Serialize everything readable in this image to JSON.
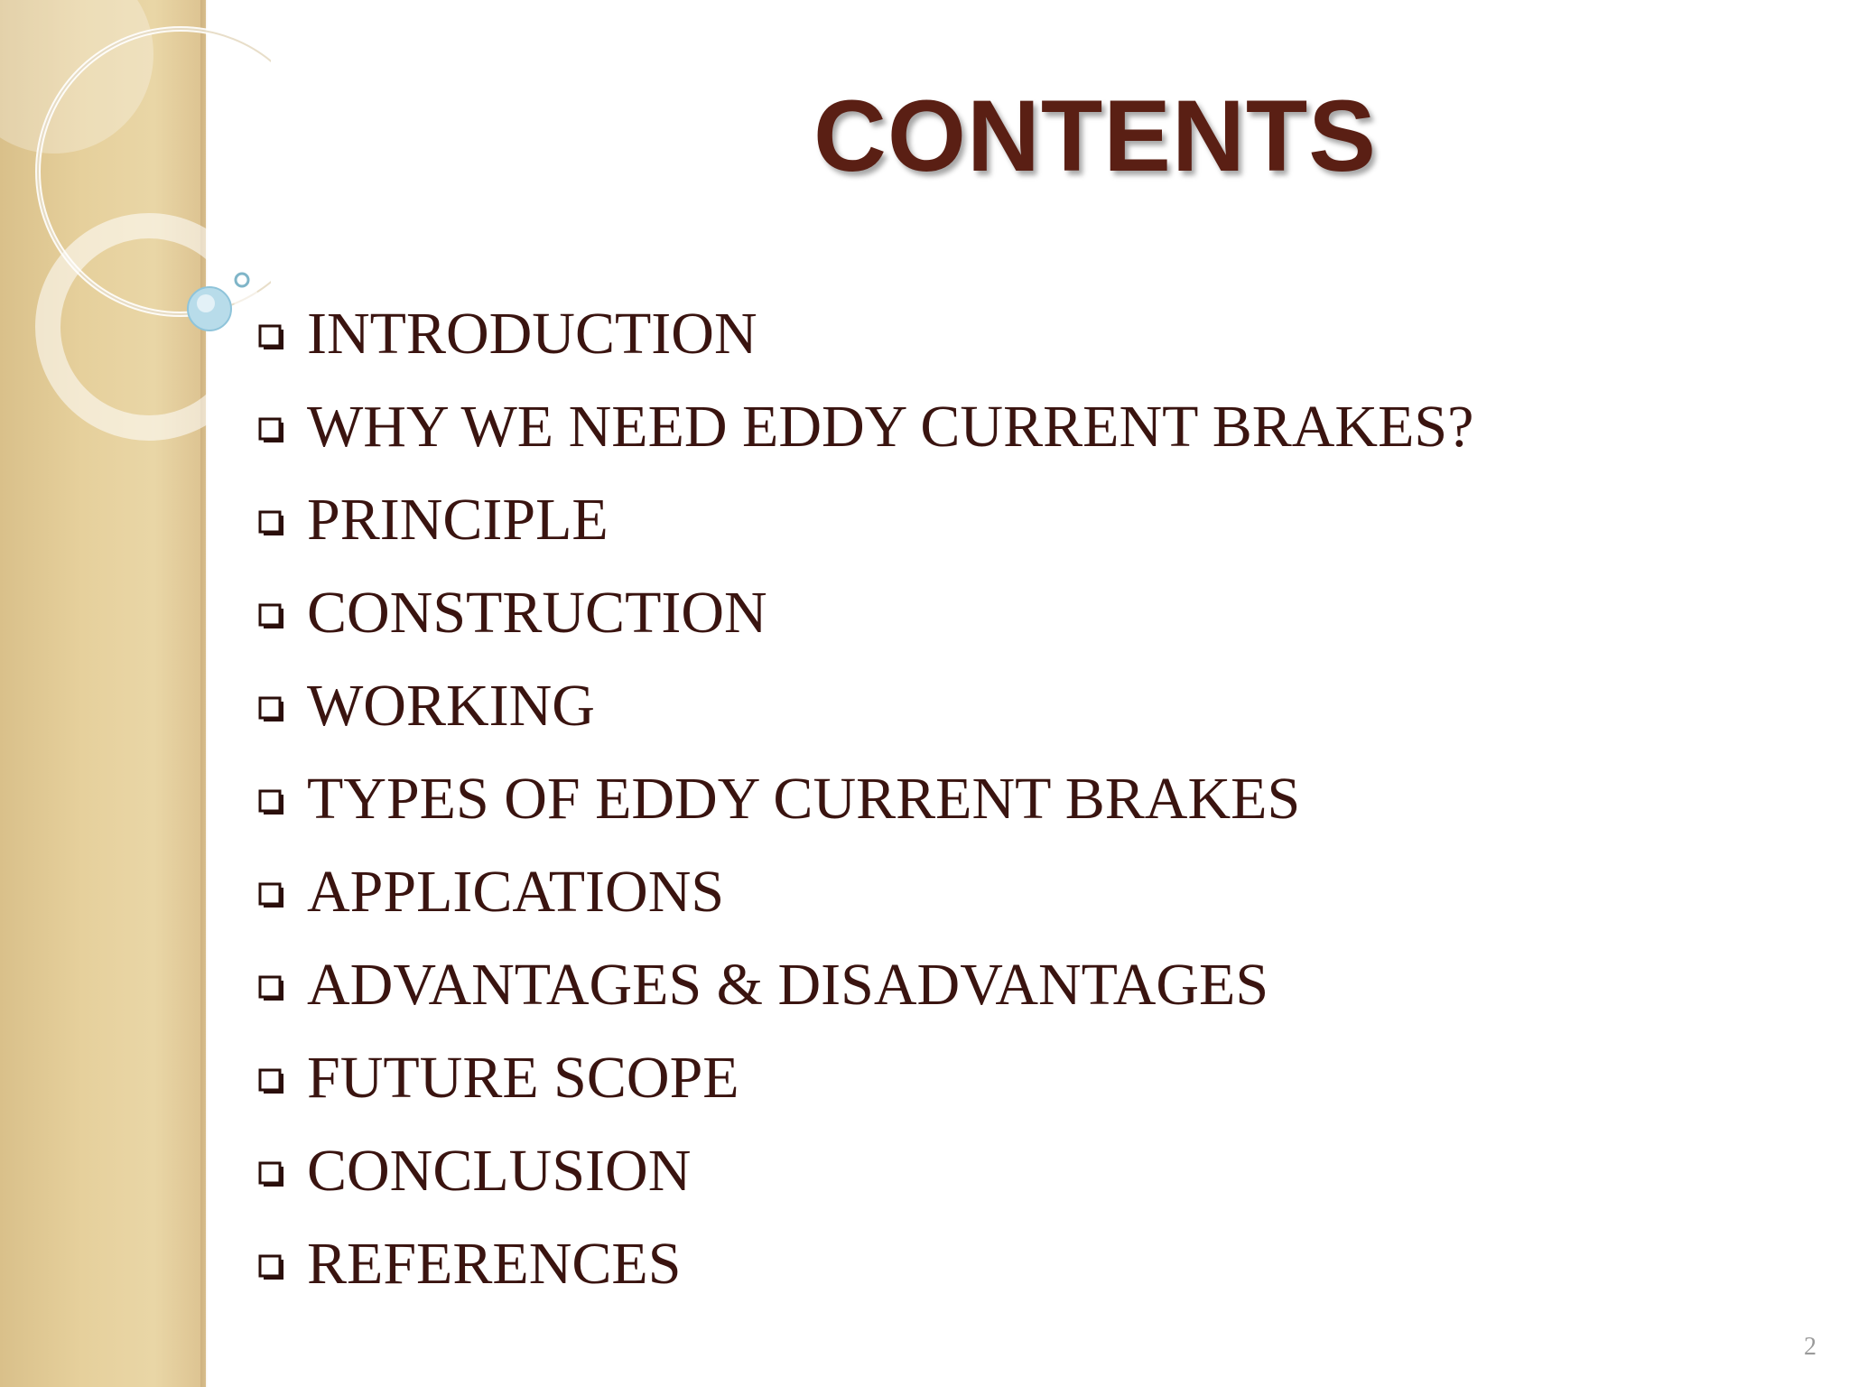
{
  "slide": {
    "title": "CONTENTS",
    "page_number": "2"
  },
  "menu": {
    "items": [
      {
        "label": "INTRODUCTION"
      },
      {
        "label": "WHY WE NEED EDDY CURRENT BRAKES?"
      },
      {
        "label": "PRINCIPLE"
      },
      {
        "label": "CONSTRUCTION"
      },
      {
        "label": "WORKING"
      },
      {
        "label": "TYPES OF EDDY CURRENT BRAKES"
      },
      {
        "label": "APPLICATIONS"
      },
      {
        "label": "ADVANTAGES & DISADVANTAGES"
      },
      {
        "label": "FUTURE SCOPE"
      },
      {
        "label": "CONCLUSION"
      },
      {
        "label": "REFERENCES"
      }
    ],
    "bullet_icon": "shadowed-square-bullet-icon"
  },
  "colors": {
    "title": "#5a1f14",
    "text": "#3a1410",
    "side_panel": "#e6d09c",
    "bubble": "#a9d4e6"
  }
}
